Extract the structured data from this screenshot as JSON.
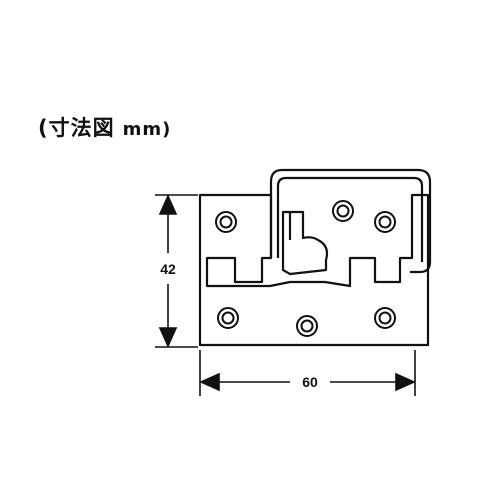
{
  "title": {
    "prefix": "(寸法図",
    "unit": "mm)"
  },
  "dimensions": {
    "height": {
      "label": "42",
      "value": 42,
      "unit": "mm"
    },
    "width": {
      "label": "60",
      "value": 60,
      "unit": "mm"
    }
  },
  "colors": {
    "line": "#111111",
    "background": "#ffffff"
  }
}
